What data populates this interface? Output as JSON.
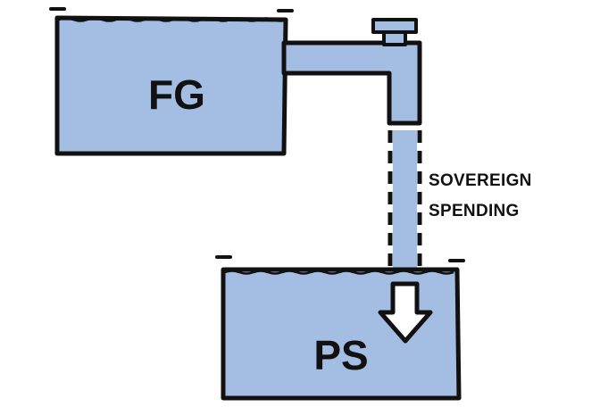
{
  "diagram": {
    "tank_top": {
      "label": "FG"
    },
    "tank_bottom": {
      "label": "PS"
    },
    "flow": {
      "label_line1": "SOVEREIGN",
      "label_line2": "SPENDING"
    }
  },
  "colors": {
    "water": "#a4bee3",
    "outline": "#111111",
    "background": "#ffffff"
  }
}
